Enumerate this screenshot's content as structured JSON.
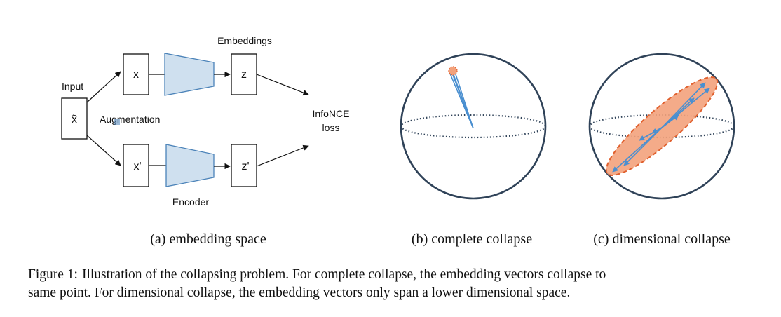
{
  "panel_a": {
    "input_label": "Input",
    "input_symbol": "x̃",
    "augmentation_label": "Augmentation",
    "view1_label": "x",
    "view2_label": "x'",
    "embedding1_label": "z",
    "embedding2_label": "z'",
    "embeddings_label": "Embeddings",
    "encoder_label": "Encoder",
    "loss_label_line1": "InfoNCE",
    "loss_label_line2": "loss",
    "subcaption": "(a) embedding space"
  },
  "panel_b": {
    "subcaption": "(b) complete collapse"
  },
  "panel_c": {
    "subcaption": "(c) dimensional collapse"
  },
  "caption": {
    "label": "Figure 1:",
    "line1": "Illustration of the collapsing problem.  For complete collapse, the embedding vectors collapse to",
    "line2": "same point. For dimensional collapse, the embedding vectors only span a lower dimensional space."
  },
  "colors": {
    "encoder_fill": "#cfe0ef",
    "encoder_stroke": "#4a82b8",
    "sphere_stroke": "#2f4258",
    "vector_blue": "#4a8fd0",
    "collapse_orange": "#f3a27c",
    "collapse_dash": "#e0602e"
  }
}
